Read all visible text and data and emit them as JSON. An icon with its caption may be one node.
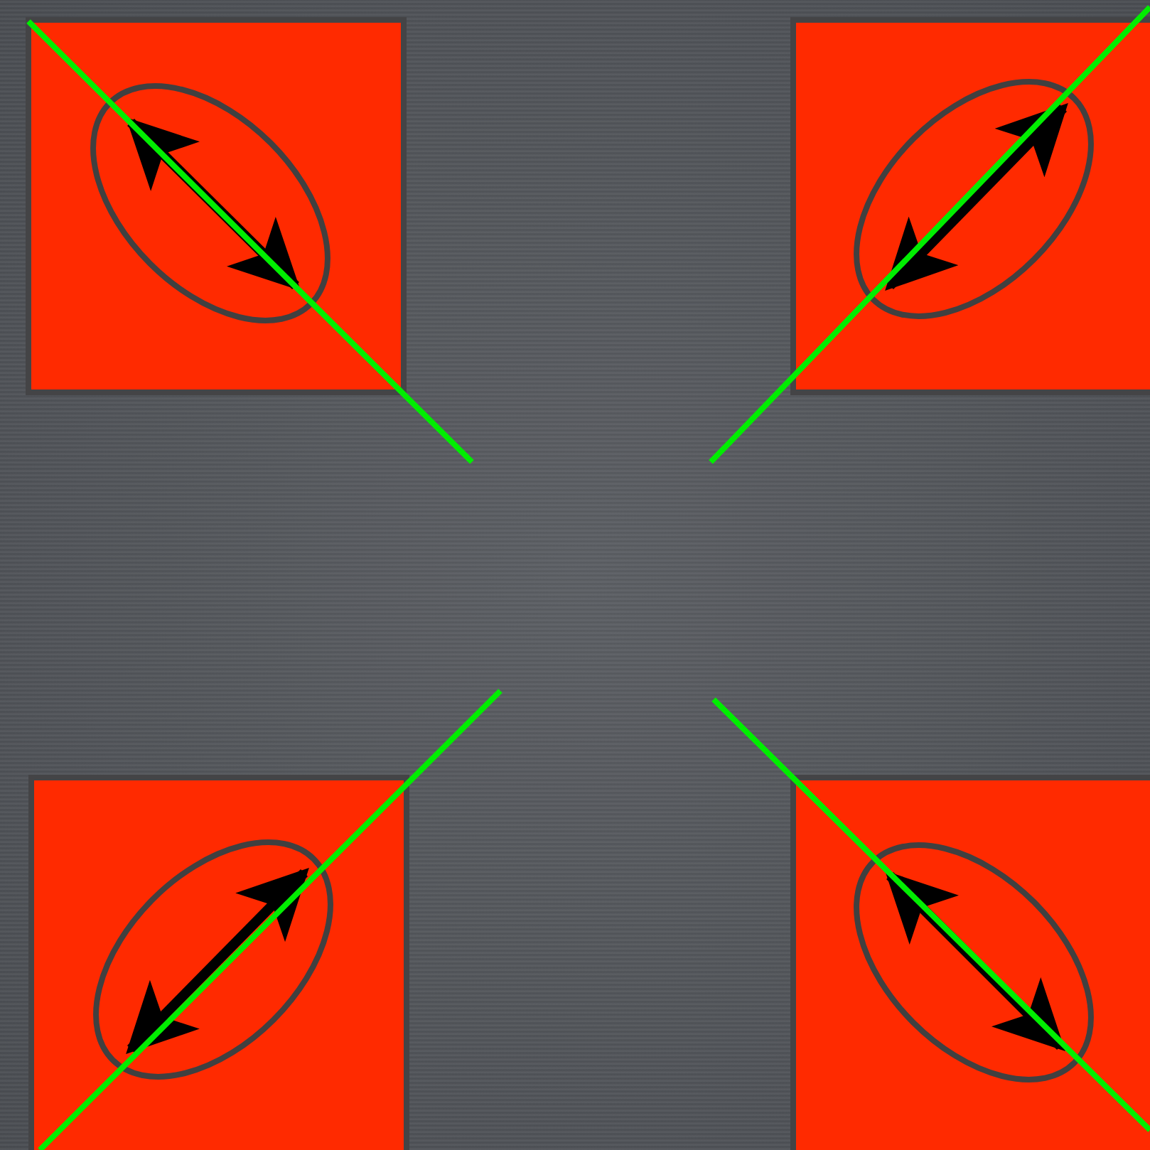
{
  "diagram": {
    "nodes": [
      {
        "text": [],
        "shape": "box"
      },
      {
        "text": [],
        "shape": "ellipse",
        "in": 0
      },
      {
        "text": [],
        "shape": "box"
      },
      {
        "text": [],
        "shape": "ellipse",
        "in": 2
      },
      {
        "text": [],
        "shape": "box"
      },
      {
        "text": [],
        "shape": "ellipse",
        "in": 4
      },
      {
        "text": [],
        "shape": "box"
      },
      {
        "text": [],
        "shape": "ellipse",
        "in": 6
      }
    ]
  }
}
